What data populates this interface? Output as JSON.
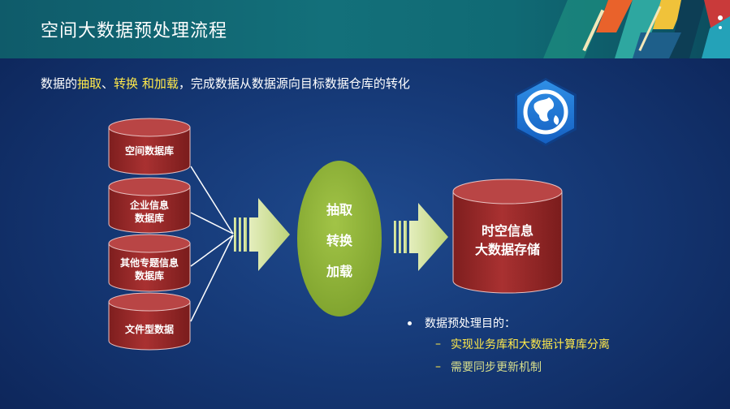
{
  "header": {
    "title": "空间大数据预处理流程"
  },
  "subtitle": {
    "prefix": "数据的",
    "hl1": "抽取",
    "sep1": "、",
    "hl2": "转换",
    "sep2": " ",
    "hl3": "和加载",
    "suffix": "，完成数据从数据源向目标数据仓库的转化"
  },
  "sources": [
    {
      "line1": "空间数据库",
      "line2": ""
    },
    {
      "line1": "企业信息",
      "line2": "数据库"
    },
    {
      "line1": "其他专题信息",
      "line2": "数据库"
    },
    {
      "line1": "文件型数据",
      "line2": ""
    }
  ],
  "etl": {
    "line1": "抽取",
    "line2": "转换",
    "line3": "加载"
  },
  "target": {
    "line1": "时空信息",
    "line2": "大数据存储"
  },
  "notes": {
    "heading": "数据预处理目的：",
    "items": [
      "实现业务库和大数据计算库分离",
      "需要同步更新机制"
    ]
  },
  "colors": {
    "cylinder": "#9e2b2b",
    "cylinder_top": "#b84444",
    "arrow": "#c9dc8f",
    "ellipse": "#8fb43a",
    "highlight": "#ffe94a"
  },
  "icons": {
    "app": "globe-app-icon"
  }
}
